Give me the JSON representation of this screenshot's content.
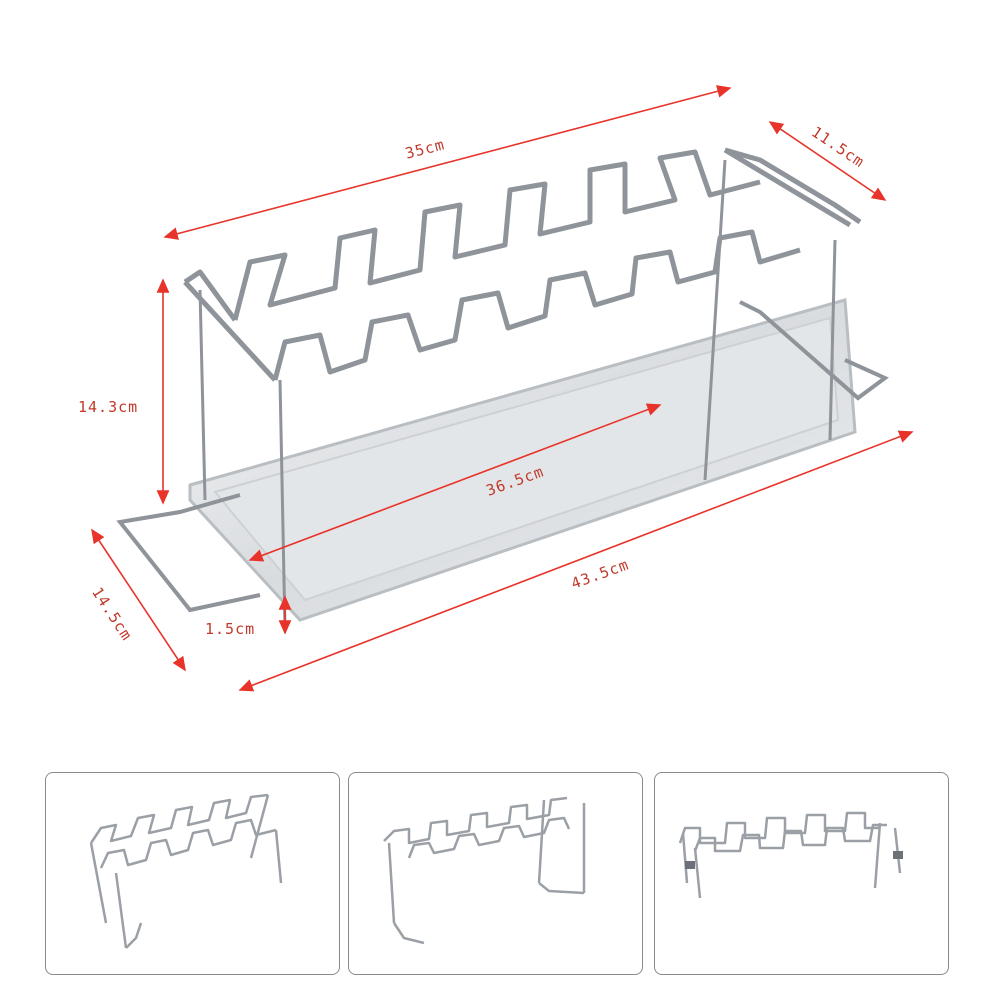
{
  "dimensions": {
    "top_length": "35cm",
    "depth": "11.5cm",
    "height": "14.3cm",
    "tray_inner_length": "36.5cm",
    "tray_outer_length": "43.5cm",
    "tray_width": "14.5cm",
    "tray_depth": "1.5cm"
  },
  "colors": {
    "dimension_lines": "#e8332a",
    "dimension_text": "#c0392b",
    "steel": "#9aa0a6",
    "thumb_border": "#8a8a8a"
  }
}
